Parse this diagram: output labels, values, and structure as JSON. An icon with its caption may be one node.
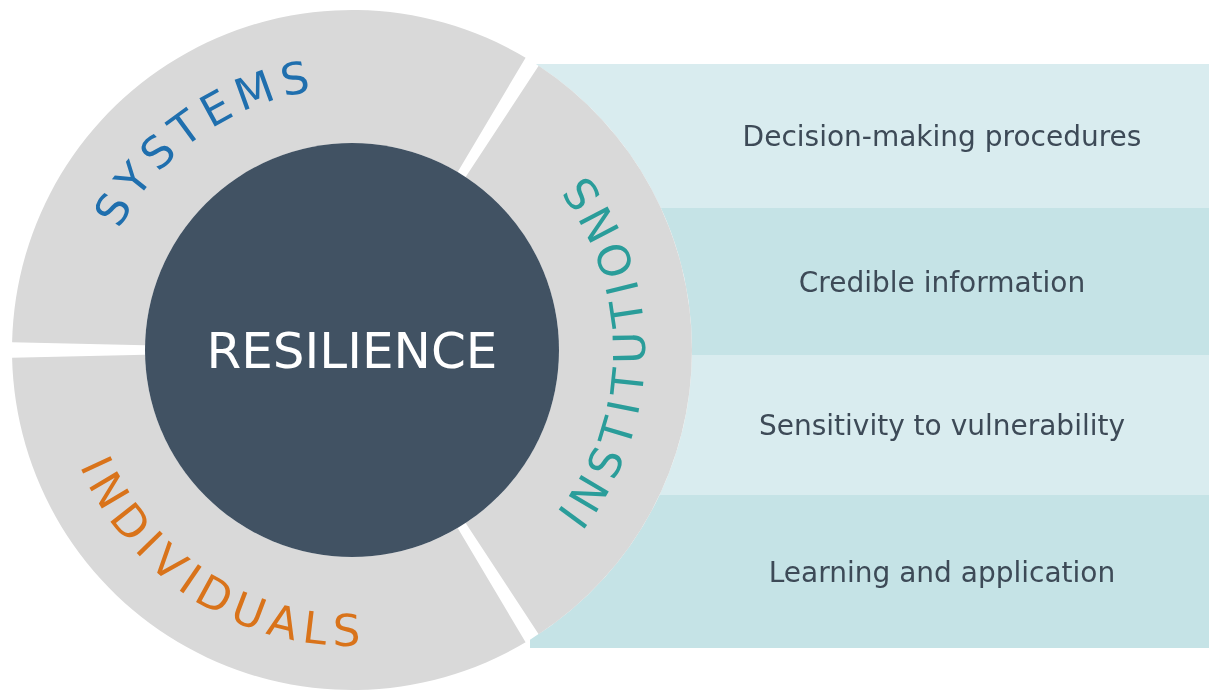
{
  "diagram": {
    "nodes": [
      {
        "text": [
          "SYSTEMS"
        ]
      },
      {
        "text": [
          "INSTITUTIONS"
        ]
      },
      {
        "text": [
          "Decision-making procedures"
        ]
      },
      {
        "text": [
          "Credible information"
        ]
      },
      {
        "text": [
          "Sensitivity to vulnerability"
        ]
      },
      {
        "text": [
          "Learning and application"
        ]
      },
      {
        "text": [
          "RESILIENCE"
        ]
      },
      {
        "text": [
          "INDIVIDUALS"
        ]
      }
    ],
    "edges": []
  }
}
